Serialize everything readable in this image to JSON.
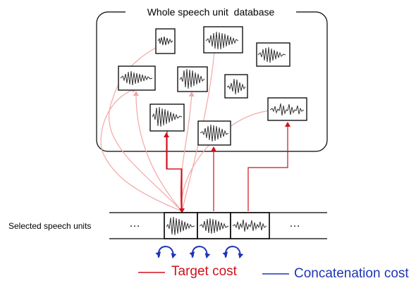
{
  "diagram": {
    "database_title": "Whole speech unit  database",
    "sequence_label": "Selected speech units",
    "left_ellipsis": "…",
    "right_ellipsis": "…"
  },
  "legend": {
    "target_cost_label": "Target cost",
    "concatenation_cost_label": "Concatenation cost",
    "colors": {
      "target": "#d0111b",
      "target_candidate": "#f4a6a6",
      "concatenation": "#1f35b8"
    }
  }
}
